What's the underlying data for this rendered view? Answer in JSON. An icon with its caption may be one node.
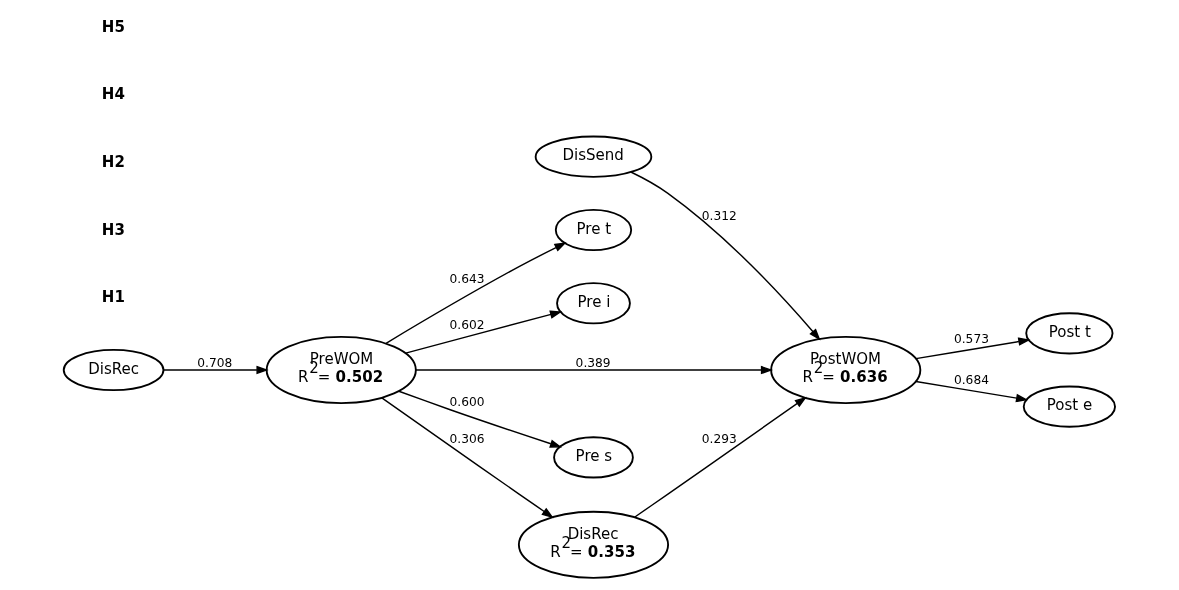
{
  "diagram": {
    "nodes": [
      {
        "text": [
          "Pre t"
        ]
      },
      {
        "text": [
          "DisRec"
        ]
      },
      {
        "text": [
          "DisSend"
        ]
      },
      {
        "text": [
          "Pre i"
        ]
      },
      {
        "text": [
          "PreWOM",
          "R$^{2}$= **0.502**"
        ]
      },
      {
        "text": [
          "PostWOM",
          "R$^{2}$= **0.636**"
        ]
      },
      {
        "text": [
          "Post t"
        ]
      },
      {
        "text": [
          "Pre s"
        ]
      },
      {
        "text": [
          "DisRec",
          "R$^{2}$= **0.353**"
        ]
      },
      {
        "text": [
          "Post e"
        ]
      }
    ],
    "edges": [
      {
        "from": 4,
        "to": 0,
        "arrow": "to",
        "label": "0.643"
      },
      {
        "from": 1,
        "to": 4,
        "arrow": "to",
        "label": "0.708"
      },
      {
        "from": 4,
        "to": 3,
        "arrow": "to",
        "label": "0.602"
      },
      {
        "from": 4,
        "to": 5,
        "arrow": "to",
        "label": "0.389"
      },
      {
        "from": 2,
        "to": 5,
        "arrow": "to",
        "label": "0.312"
      },
      {
        "from": 5,
        "to": 6,
        "arrow": "to",
        "label": "0.573"
      },
      {
        "from": 4,
        "to": 7,
        "arrow": "to",
        "label": "0.600"
      },
      {
        "from": 4,
        "to": 8,
        "arrow": "to",
        "label": "0.306"
      },
      {
        "from": 8,
        "to": 5,
        "arrow": "to",
        "label": "0.293"
      },
      {
        "from": 5,
        "to": 9,
        "arrow": "to",
        "label": "0.684"
      }
    ],
    "labels": [
      "H1",
      "H3",
      "H2",
      "H4",
      "H5"
    ]
  }
}
